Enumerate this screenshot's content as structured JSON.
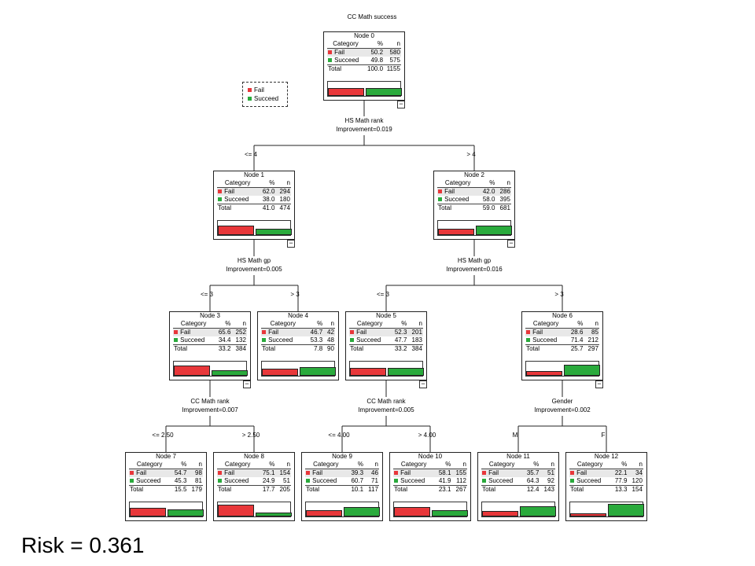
{
  "title": "CC Math success",
  "legend": [
    {
      "label": "Fail",
      "color": "#e8373a"
    },
    {
      "label": "Succeed",
      "color": "#2aaa3c"
    }
  ],
  "headers": {
    "category": "Category",
    "pct": "%",
    "n": "n",
    "total": "Total"
  },
  "category_labels": {
    "fail": "Fail",
    "succeed": "Succeed"
  },
  "collapse_symbol": "−",
  "nodes": [
    {
      "id": "node-0",
      "label": "Node 0",
      "fail_pct": "50.2",
      "fail_n": "580",
      "succ_pct": "49.8",
      "succ_n": "575",
      "total_pct": "100.0",
      "total_n": "1155"
    },
    {
      "id": "node-1",
      "label": "Node 1",
      "fail_pct": "62.0",
      "fail_n": "294",
      "succ_pct": "38.0",
      "succ_n": "180",
      "total_pct": "41.0",
      "total_n": "474"
    },
    {
      "id": "node-2",
      "label": "Node 2",
      "fail_pct": "42.0",
      "fail_n": "286",
      "succ_pct": "58.0",
      "succ_n": "395",
      "total_pct": "59.0",
      "total_n": "681"
    },
    {
      "id": "node-3",
      "label": "Node 3",
      "fail_pct": "65.6",
      "fail_n": "252",
      "succ_pct": "34.4",
      "succ_n": "132",
      "total_pct": "33.2",
      "total_n": "384"
    },
    {
      "id": "node-4",
      "label": "Node 4",
      "fail_pct": "46.7",
      "fail_n": "42",
      "succ_pct": "53.3",
      "succ_n": "48",
      "total_pct": "7.8",
      "total_n": "90"
    },
    {
      "id": "node-5",
      "label": "Node 5",
      "fail_pct": "52.3",
      "fail_n": "201",
      "succ_pct": "47.7",
      "succ_n": "183",
      "total_pct": "33.2",
      "total_n": "384"
    },
    {
      "id": "node-6",
      "label": "Node 6",
      "fail_pct": "28.6",
      "fail_n": "85",
      "succ_pct": "71.4",
      "succ_n": "212",
      "total_pct": "25.7",
      "total_n": "297"
    },
    {
      "id": "node-7",
      "label": "Node 7",
      "fail_pct": "54.7",
      "fail_n": "98",
      "succ_pct": "45.3",
      "succ_n": "81",
      "total_pct": "15.5",
      "total_n": "179"
    },
    {
      "id": "node-8",
      "label": "Node 8",
      "fail_pct": "75.1",
      "fail_n": "154",
      "succ_pct": "24.9",
      "succ_n": "51",
      "total_pct": "17.7",
      "total_n": "205"
    },
    {
      "id": "node-9",
      "label": "Node 9",
      "fail_pct": "39.3",
      "fail_n": "46",
      "succ_pct": "60.7",
      "succ_n": "71",
      "total_pct": "10.1",
      "total_n": "117"
    },
    {
      "id": "node-10",
      "label": "Node 10",
      "fail_pct": "58.1",
      "fail_n": "155",
      "succ_pct": "41.9",
      "succ_n": "112",
      "total_pct": "23.1",
      "total_n": "267"
    },
    {
      "id": "node-11",
      "label": "Node 11",
      "fail_pct": "35.7",
      "fail_n": "51",
      "succ_pct": "64.3",
      "succ_n": "92",
      "total_pct": "12.4",
      "total_n": "143"
    },
    {
      "id": "node-12",
      "label": "Node 12",
      "fail_pct": "22.1",
      "fail_n": "34",
      "succ_pct": "77.9",
      "succ_n": "120",
      "total_pct": "13.3",
      "total_n": "154"
    }
  ],
  "splits": [
    {
      "variable": "HS Math rank",
      "improvement": "Improvement=0.019"
    },
    {
      "variable": "HS Math gp",
      "improvement": "Improvement=0.005"
    },
    {
      "variable": "HS Math gp",
      "improvement": "Improvement=0.016"
    },
    {
      "variable": "CC Math rank",
      "improvement": "Improvement=0.007"
    },
    {
      "variable": "CC Math rank",
      "improvement": "Improvement=0.005"
    },
    {
      "variable": "Gender",
      "improvement": "Improvement=0.002"
    }
  ],
  "branches": [
    "<= 4",
    "> 4",
    "<= 3",
    "> 3",
    "<= 3",
    "> 3",
    "<= 2.50",
    "> 2.50",
    "<= 4.00",
    "> 4.00",
    "M",
    "F"
  ],
  "risk": "Risk = 0.361"
}
